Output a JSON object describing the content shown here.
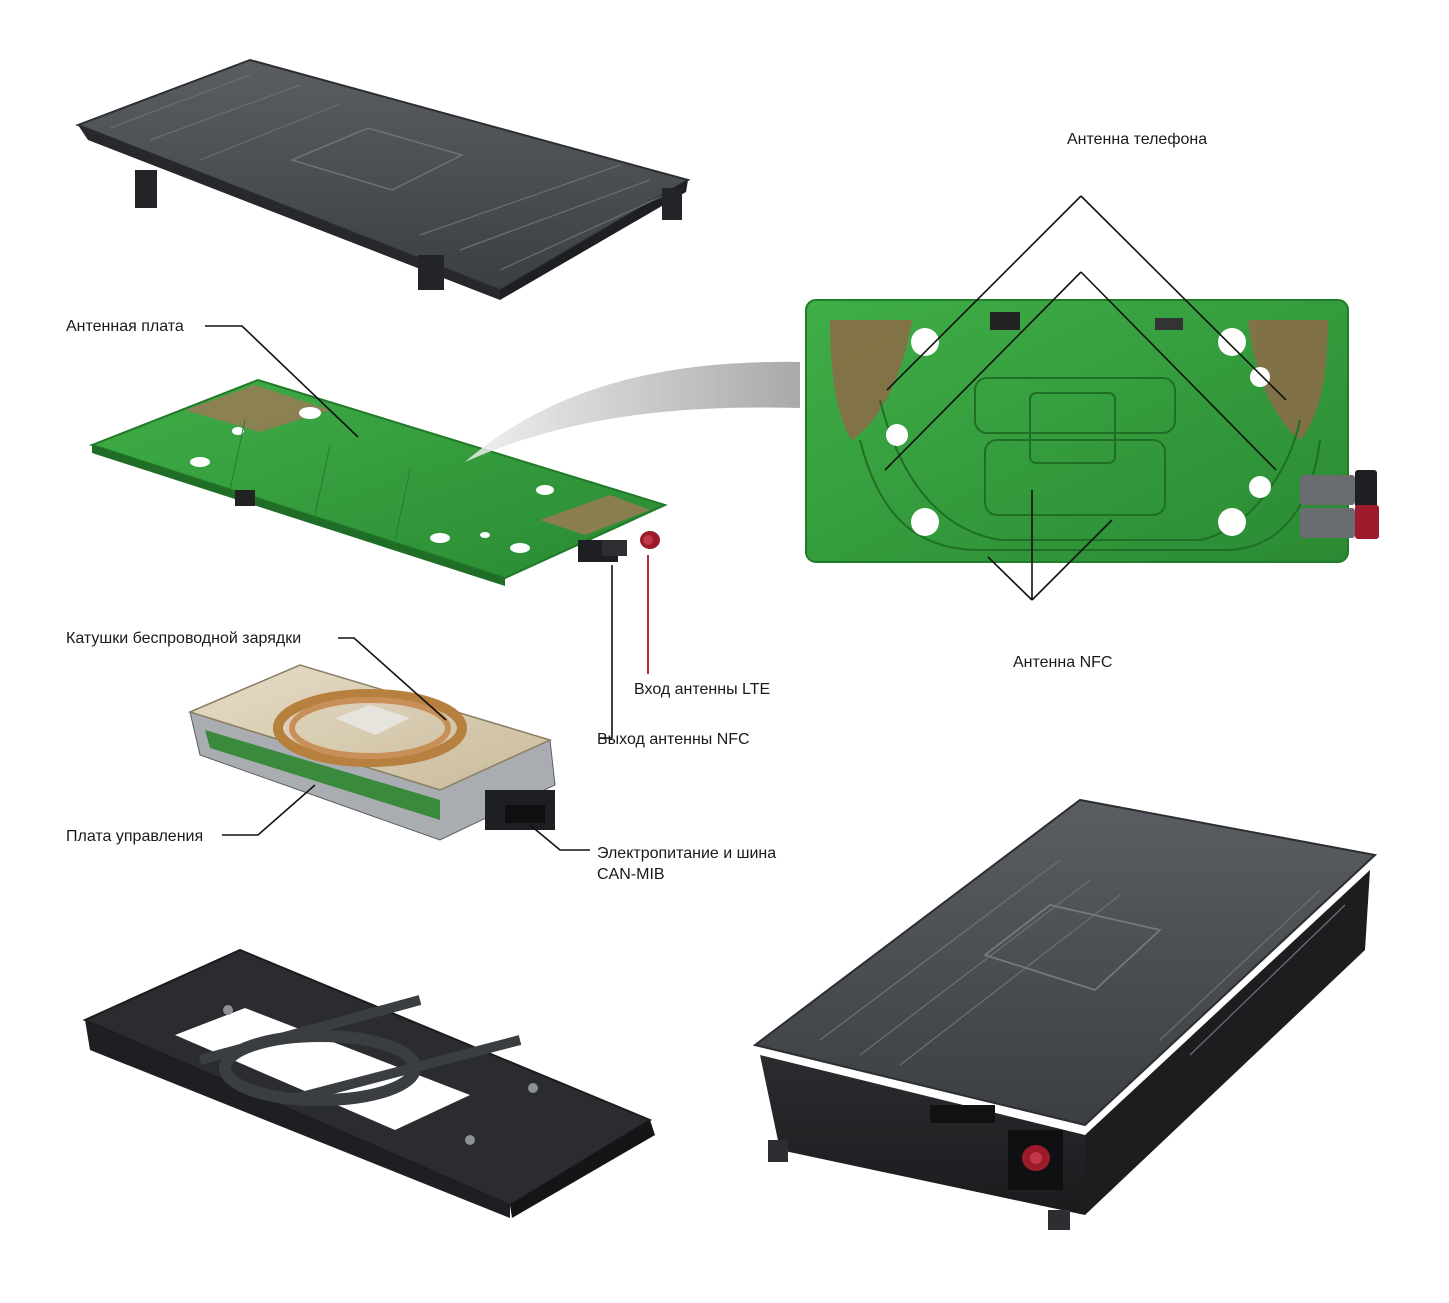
{
  "labels": {
    "antenna_board": "Антенная плата",
    "phone_antenna": "Антенна телефона",
    "charging_coils": "Катушки беспроводной зарядки",
    "lte_input": "Вход антенны LTE",
    "nfc_output": "Выход антенны NFC",
    "nfc_antenna": "Антенна NFC",
    "control_board": "Плата управления",
    "power_bus_line1": "Электропитание и шина",
    "power_bus_line2": "CAN-MIB"
  },
  "colors": {
    "housing": "#3a3d41",
    "pcb": "#2f9a3a",
    "copper": "#9a7a55",
    "connector_red": "#9c1a2a",
    "leader": "#111111"
  }
}
